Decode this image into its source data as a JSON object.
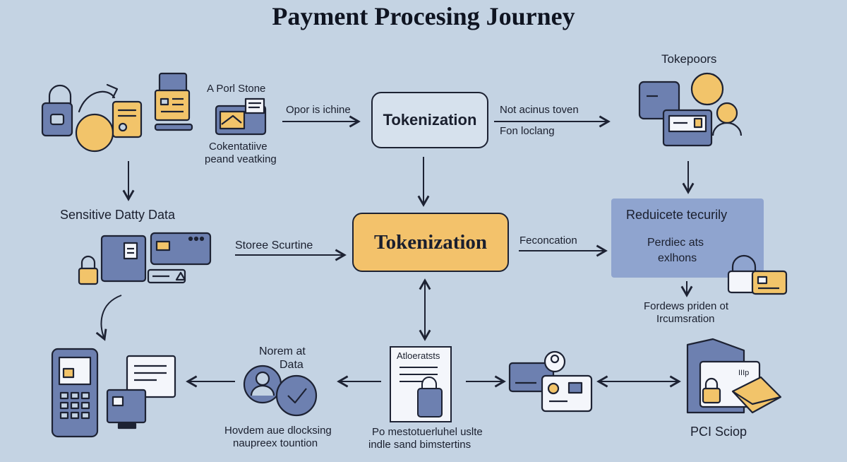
{
  "title": "Payment Procesing Journey",
  "labels": {
    "store_label_1": "A Porl Stone",
    "store_label_2": "Cokentatiive",
    "store_label_3": "peand veatking",
    "arrow_top_left": "Opor is ichine",
    "arrow_top_right_1": "Not acinus toven",
    "arrow_top_right_2": "Fon loclang",
    "tokepoors": "Tokepoors",
    "sensitive": "Sensitive Datty Data",
    "store_scurtine": "Storee Scurtine",
    "feconcation": "Feconcation",
    "reduce_title": "Reduicete tecurily",
    "reduce_sub_1": "Perdiec ats",
    "reduce_sub_2": "exlhons",
    "fordews_1": "Fordews priden ot",
    "fordews_2": "Ircumsration",
    "norem_1": "Norem at",
    "norem_2": "Data",
    "hovdem_1": "Hovdem aue dlocksing",
    "hovdem_2": "naupreex tountion",
    "atloerats": "Atloeratsts",
    "po_1": "Po mestotuerluhel uslte",
    "po_2": "indle sand bimstertins",
    "pci": "PCI Sciop"
  },
  "nodes": {
    "tokenization_top": "Tokenization",
    "tokenization_center": "Tokenization"
  },
  "colors": {
    "background": "#c4d3e3",
    "navy": "#2b3a55",
    "slate": "#6d80b0",
    "yellow": "#f2c46a",
    "center_box": "#f3c26b",
    "reduce_box": "#8fa4cf"
  }
}
